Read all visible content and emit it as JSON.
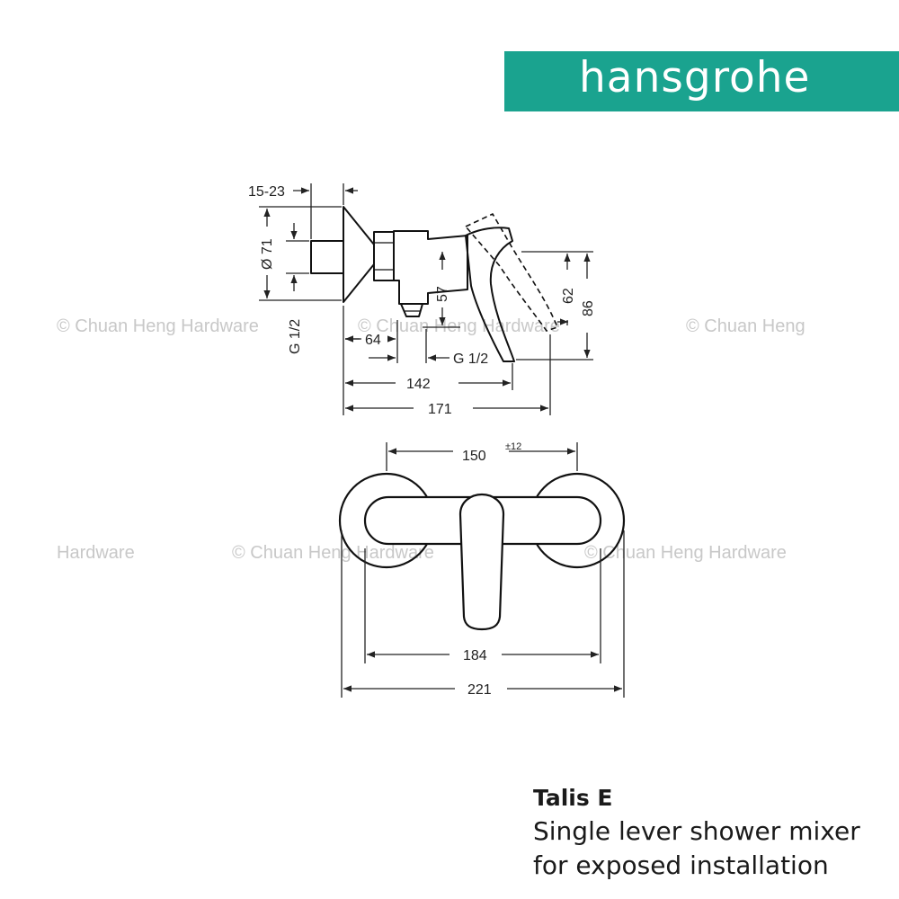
{
  "brand": {
    "name": "hansgrohe",
    "color": "#1aa38f"
  },
  "product": {
    "title": "Talis E",
    "line1": "Single lever shower mixer",
    "line2": "for exposed installation"
  },
  "dimensions": {
    "d15_23": "15-23",
    "d71": "Ø 71",
    "g12_left": "G 1/2",
    "d57": "57",
    "d62": "62",
    "d86": "86",
    "d64": "64",
    "g12_mid": "G 1/2",
    "d142": "142",
    "d171": "171",
    "d150": "150",
    "tol": "±12",
    "d184": "184",
    "d221": "221"
  },
  "watermarks": {
    "w1": "© Chuan Heng Hardware",
    "w2": "© Chuan Heng Hardware",
    "w3": "© Chuan Heng",
    "w4": "Hardware",
    "w5": "© Chuan Heng Hardware",
    "w6": "© Chuan Heng Hardware"
  }
}
